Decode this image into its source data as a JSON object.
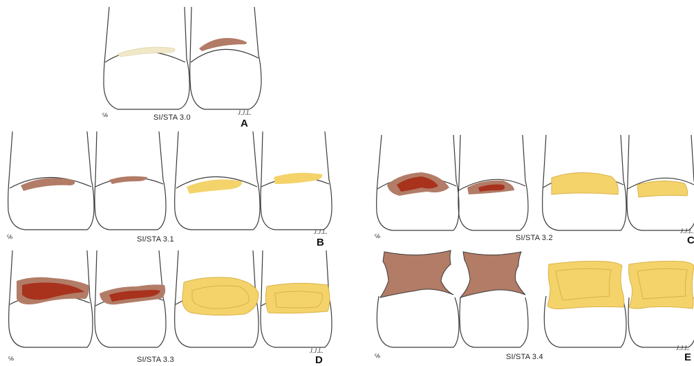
{
  "figure": {
    "panels": [
      {
        "id": "A",
        "letter": "A",
        "label": "SI/STA 3.0",
        "signature": "J.J.L.",
        "mark": "℅"
      },
      {
        "id": "B",
        "letter": "B",
        "label": "SI/STA 3.1",
        "signature": "J.J.L.",
        "mark": "℅"
      },
      {
        "id": "C",
        "letter": "C",
        "label": "SI/STA 3.2",
        "signature": "J.J.L.",
        "mark": "℅"
      },
      {
        "id": "D",
        "letter": "D",
        "label": "SI/STA 3.3",
        "signature": "J.J.L.",
        "mark": "℅"
      },
      {
        "id": "E",
        "letter": "E",
        "label": "SI/STA 3.4",
        "signature": "J.J.L.",
        "mark": "℅"
      }
    ]
  },
  "colors": {
    "outline": "#3a3a3a",
    "brown": "#b27c67",
    "dark_red": "#a8321c",
    "yellow": "#f4d36a",
    "yellow_edge": "#d9b24a",
    "cream": "#f1e8c8"
  }
}
